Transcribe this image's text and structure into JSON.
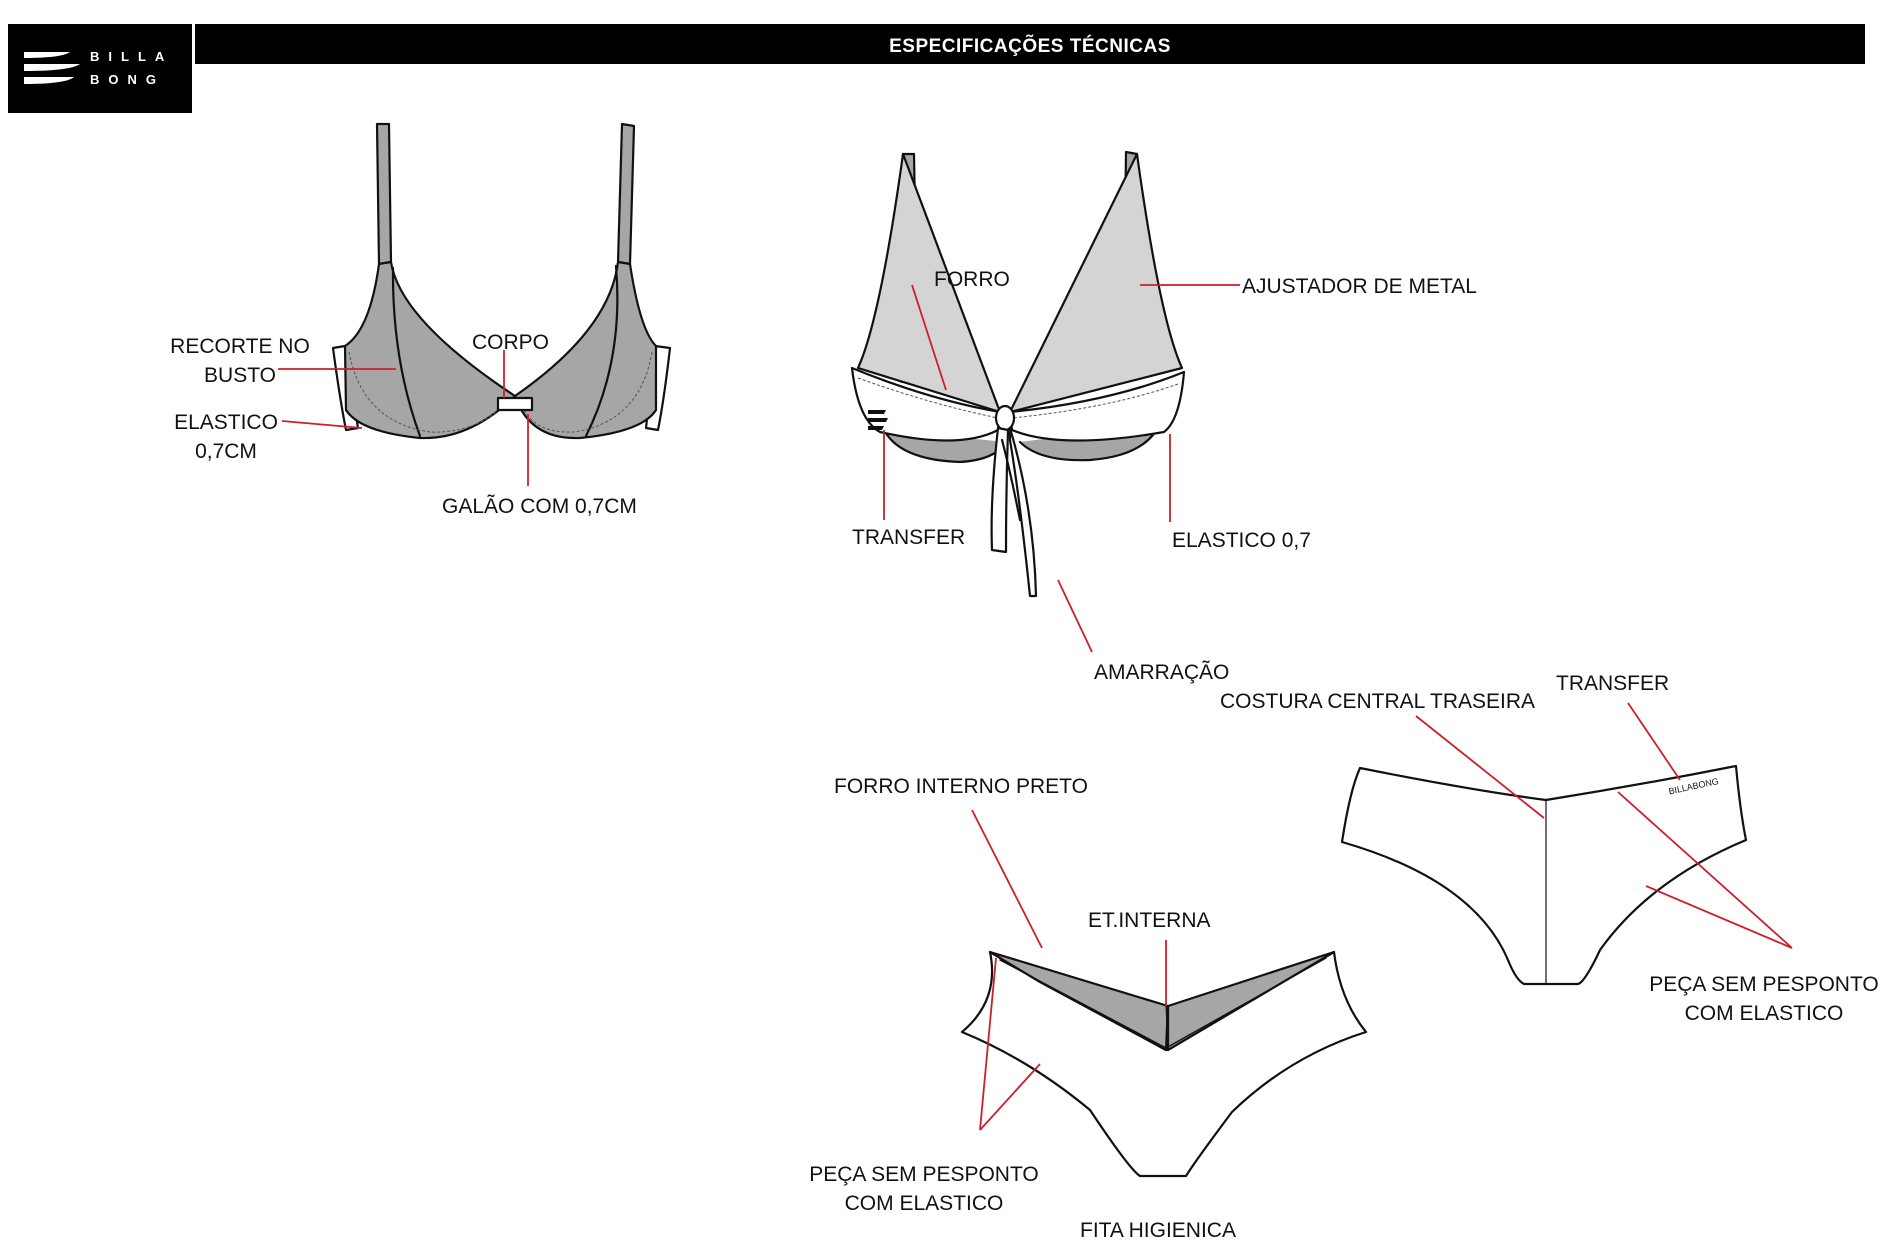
{
  "header": {
    "title": "ESPECIFICAÇÕES TÉCNICAS",
    "logo": {
      "line1": "BILLA",
      "line2": "BONG",
      "icon": "billabong-wave-icon"
    }
  },
  "labels": {
    "recorte_l1": "RECORTE NO",
    "recorte_l2": "BUSTO",
    "corpo": "CORPO",
    "elastico_l1": "ELASTICO",
    "elastico_l2": "0,7CM",
    "galao": "GALÃO COM 0,7CM",
    "forro": "FORRO",
    "ajustador": "AJUSTADOR DE METAL",
    "transfer_top": "TRANSFER",
    "elastico_07": "ELASTICO 0,7",
    "amarracao": "AMARRAÇÃO",
    "costura": "COSTURA CENTRAL TRASEIRA",
    "transfer_back": "TRANSFER",
    "forro_interno": "FORRO INTERNO PRETO",
    "et_interna": "ET.INTERNA",
    "peca_front_l1": "PEÇA SEM PESPONTO",
    "peca_front_l2": "COM ELASTICO",
    "peca_back_l1": "PEÇA SEM PESPONTO",
    "peca_back_l2": "COM ELASTICO",
    "fita": "FITA HIGIENICA",
    "back_brand": "BILLABONG"
  },
  "colors": {
    "fabric_gray": "#a6a6a6",
    "light_gray": "#d4d4d4",
    "leader_red": "#cc1f2a",
    "outline": "#111111"
  }
}
